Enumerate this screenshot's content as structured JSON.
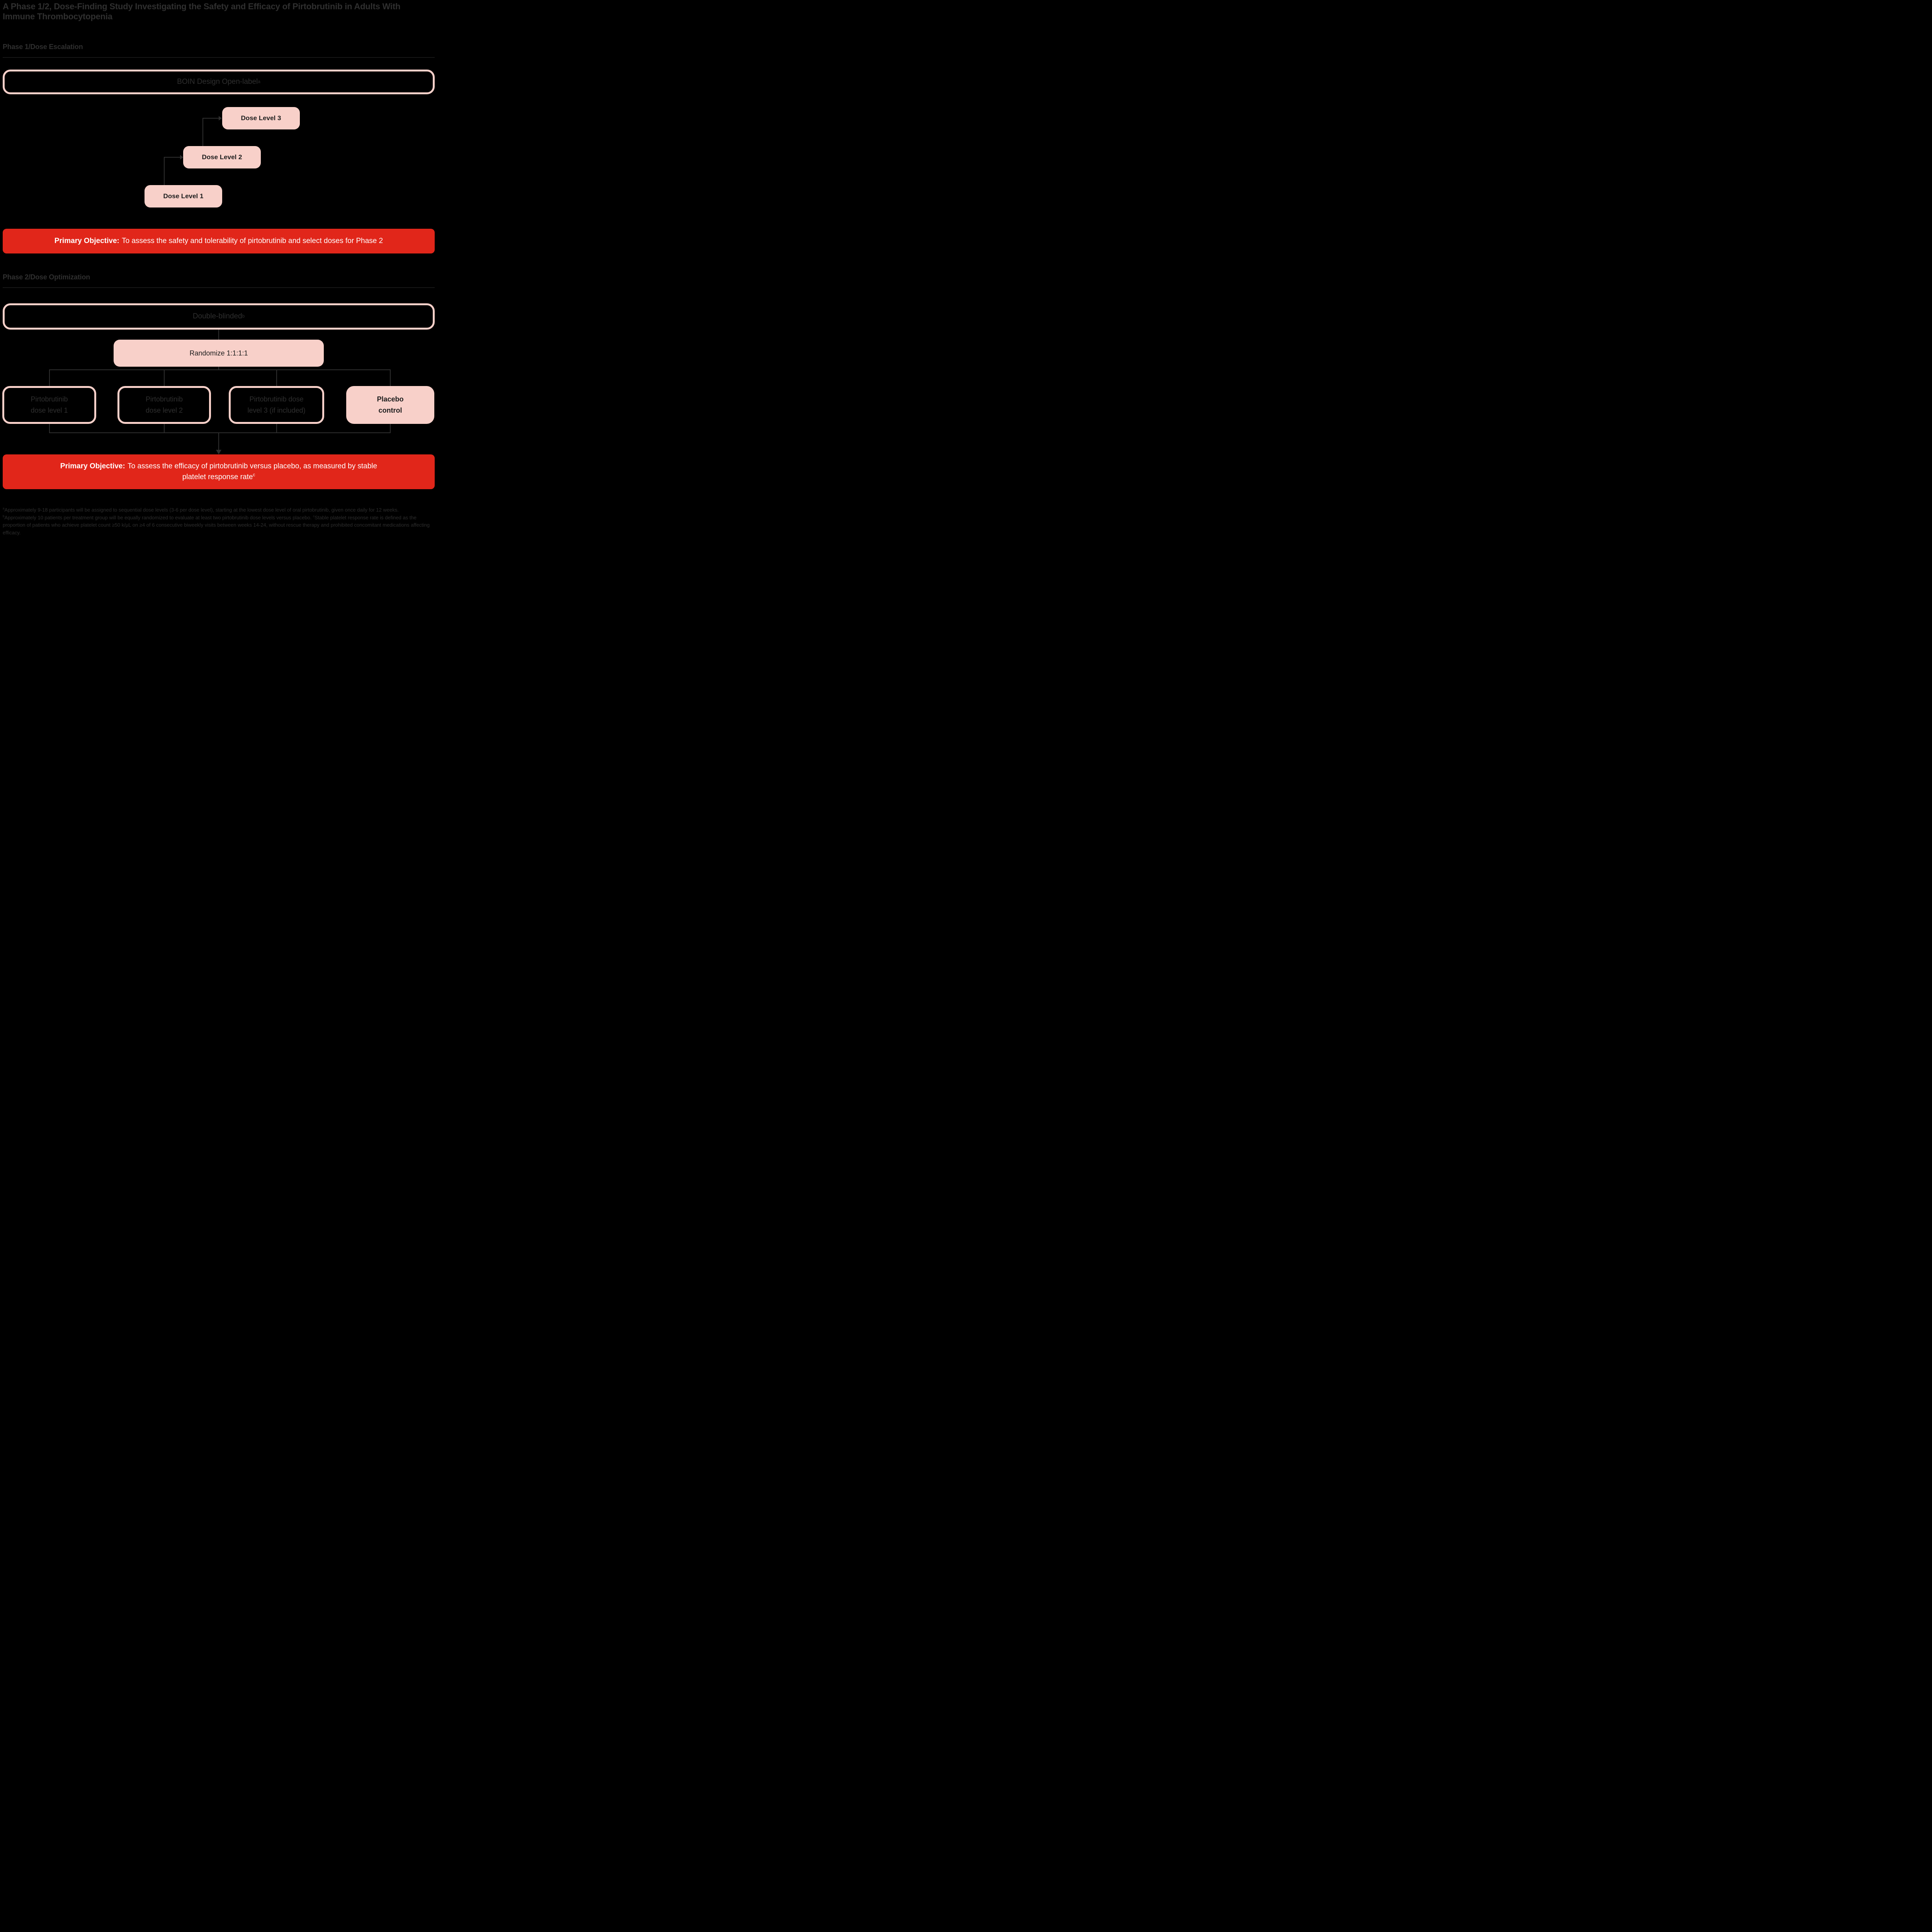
{
  "title": "A Phase 1/2, Dose-Finding Study Investigating the Safety and Efficacy of Pirtobrutinib in Adults With Immune Thrombocytopenia",
  "colors": {
    "background": "#000000",
    "dim_text": "#2f2f2f",
    "pink": "#f8d0c9",
    "dark_text_on_pink": "#1d1d1d",
    "banner_red": "#e1261a",
    "banner_text": "#ffffff"
  },
  "phase1": {
    "header": "Phase 1/Dose Escalation",
    "design_box": {
      "label": "BOIN Design Open-label",
      "sup": "a"
    },
    "dose_levels": [
      {
        "label": "Dose Level 1"
      },
      {
        "label": "Dose Level 2"
      },
      {
        "label": "Dose Level 3"
      }
    ],
    "objective": {
      "lead": "Primary Objective:",
      "text": "To assess the safety and tolerability of pirtobrutinib and select doses for Phase 2"
    }
  },
  "phase2": {
    "header": "Phase 2/Dose Optimization",
    "design_box": {
      "label": "Double-blinded",
      "sup": "b"
    },
    "randomize_label": "Randomize 1:1:1:1",
    "arms": [
      {
        "line1": "Pirtobrutinib",
        "line2": "dose level 1"
      },
      {
        "line1": "Pirtobrutinib",
        "line2": "dose level 2"
      },
      {
        "line1": "Pirtobrutinib dose",
        "line2": "level 3 (if included)"
      },
      {
        "line1": "Placebo",
        "line2": "control"
      }
    ],
    "objective": {
      "lead": "Primary Objective:",
      "line1": "To assess the efficacy of pirtobrutinib versus placebo, as measured by stable",
      "line2": "platelet response rate",
      "sup": "c"
    }
  },
  "footnotes": [
    {
      "sup": "a",
      "text": "Approximately 9-18 participants will be assigned to sequential dose levels (3-6 per dose level), starting at the lowest dose level of oral pirtobrutinib, given once daily for 12 weeks. "
    },
    {
      "sup": "b",
      "text": "Approximately 10 patients per treatment group will be equally randomized to evaluate at least two pirtobrutinib dose levels versus placebo. "
    },
    {
      "sup": "c",
      "text": "Stable platelet response rate is defined as the proportion of patients who achieve platelet count ≥50 k/μL on ≥4 of 6 consecutive biweekly visits between weeks 14-24, without rescue therapy and prohibited concomitant medications affecting efficacy."
    }
  ]
}
